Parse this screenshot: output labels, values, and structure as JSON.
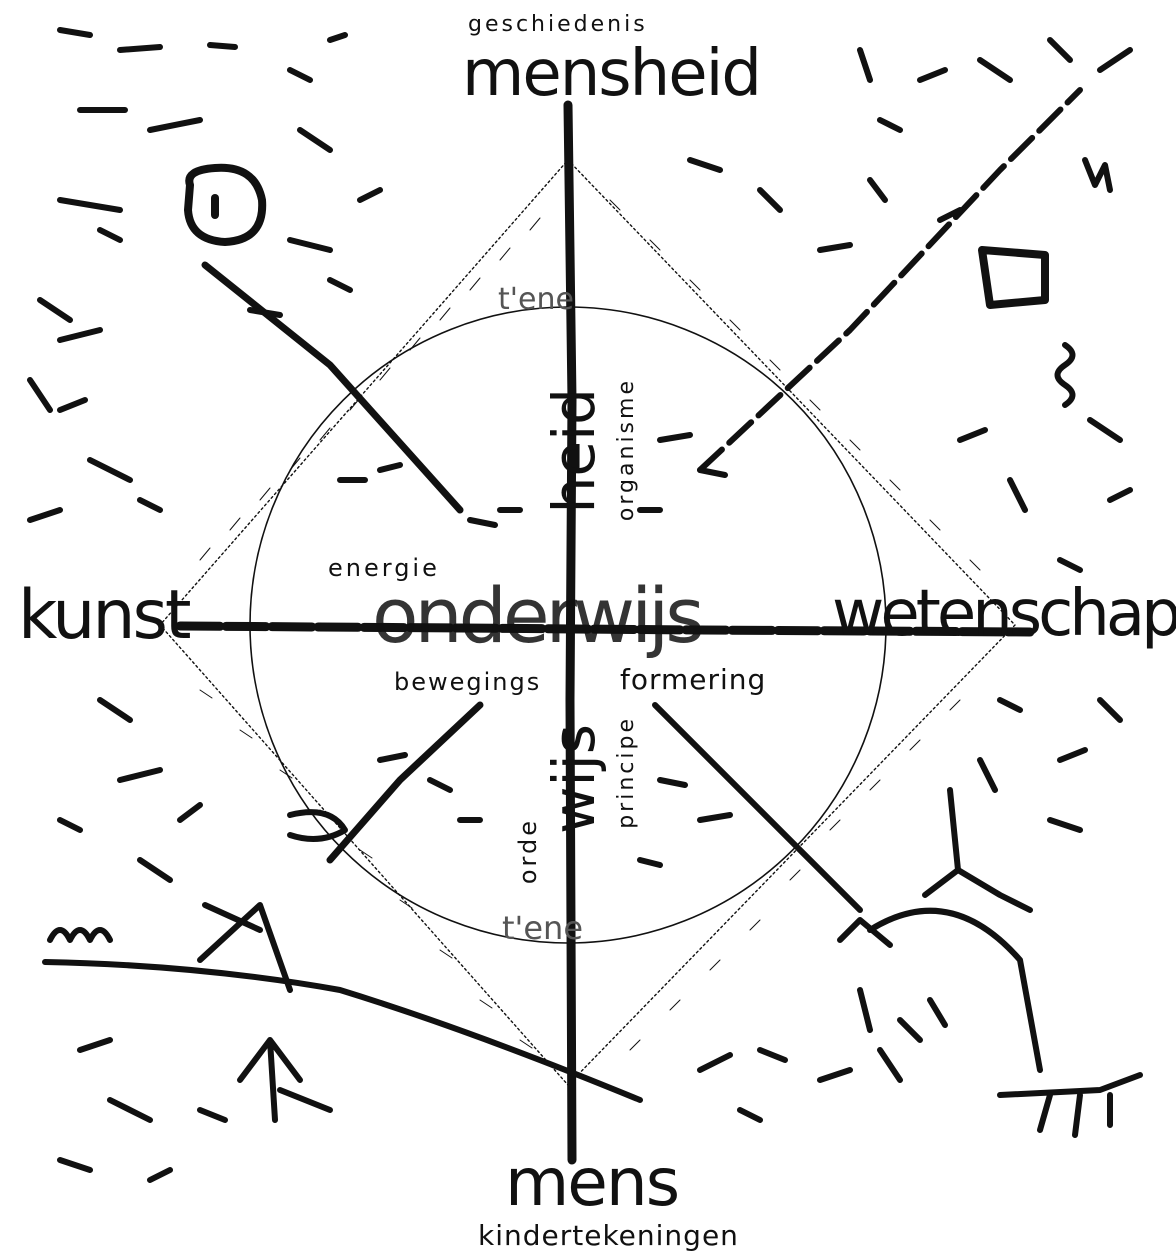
{
  "labels": {
    "top_small": "geschiedenis",
    "top": "mensheid",
    "left": "kunst",
    "center": "onderwijs",
    "right": "wetenschap",
    "bottom": "mens",
    "bottom_small": "kindertekeningen",
    "upper_vertical": "heid",
    "lower_vertical": "wijs",
    "upper_t": "t'ene",
    "lower_t": "t'ene",
    "energie": "energie",
    "organisme": "organisme",
    "bewegings": "bewegings",
    "formering": "formering",
    "orde": "orde",
    "principe": "principe"
  },
  "colors": {
    "ink": "#111111",
    "paper": "#ffffff"
  },
  "icons": [
    "sun-circle-icon",
    "square-frame-icon",
    "spiral-icon"
  ]
}
